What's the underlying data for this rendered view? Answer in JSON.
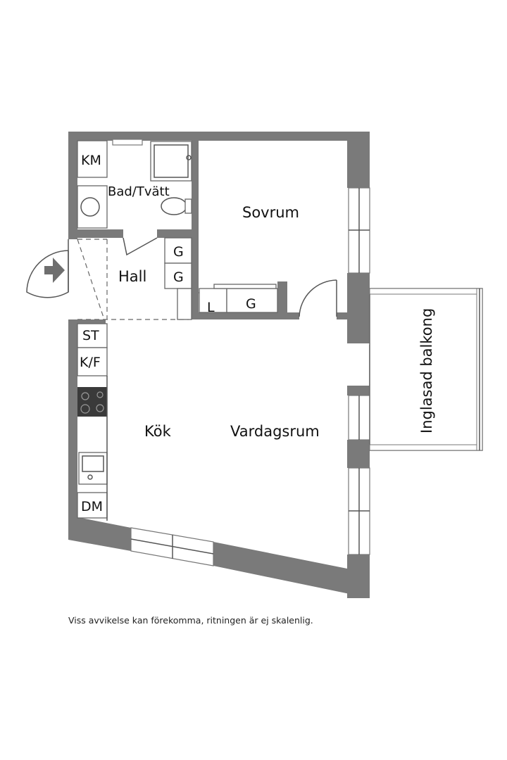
{
  "rooms": {
    "bad_tvatt": "Bad/Tvätt",
    "sovrum": "Sovrum",
    "hall": "Hall",
    "kok": "Kök",
    "vardagsrum": "Vardagsrum",
    "balkong": "Inglasad balkong"
  },
  "fixtures": {
    "km": "KM",
    "g1": "G",
    "g2": "G",
    "l": "L",
    "g3": "G",
    "st": "ST",
    "kf": "K/F",
    "dm": "DM"
  },
  "note": "Viss avvikelse kan förekomma, ritningen är ej skalenlig.",
  "colors": {
    "wall": "#7a7a7a",
    "stove": "#3a3a3a",
    "text": "#111111"
  }
}
